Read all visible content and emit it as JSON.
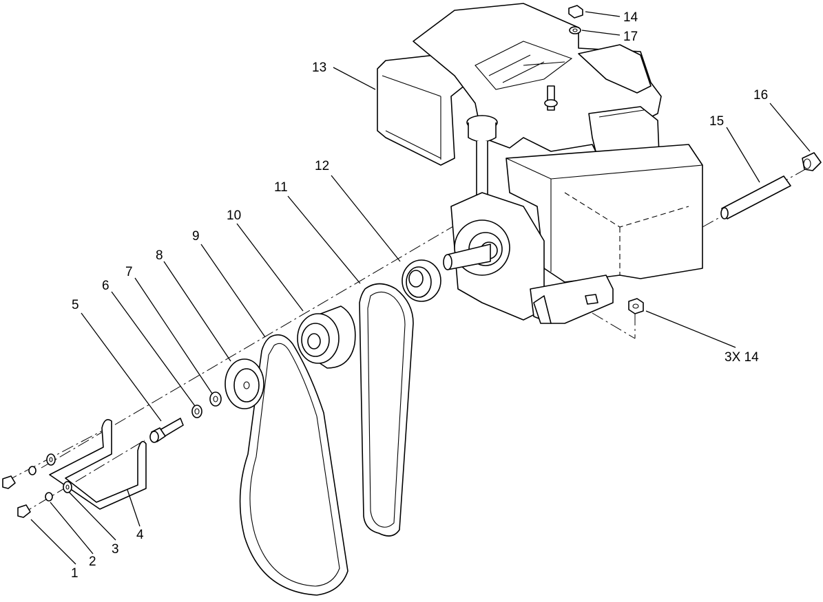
{
  "callouts": [
    {
      "id": "c1",
      "label": "1"
    },
    {
      "id": "c2",
      "label": "2"
    },
    {
      "id": "c3",
      "label": "3"
    },
    {
      "id": "c4",
      "label": "4"
    },
    {
      "id": "c5",
      "label": "5"
    },
    {
      "id": "c6",
      "label": "6"
    },
    {
      "id": "c7",
      "label": "7"
    },
    {
      "id": "c8",
      "label": "8"
    },
    {
      "id": "c9",
      "label": "9"
    },
    {
      "id": "c10",
      "label": "10"
    },
    {
      "id": "c11",
      "label": "11"
    },
    {
      "id": "c12",
      "label": "12"
    },
    {
      "id": "c13",
      "label": "13"
    },
    {
      "id": "c14",
      "label": "14"
    },
    {
      "id": "c15",
      "label": "15"
    },
    {
      "id": "c16",
      "label": "16"
    },
    {
      "id": "c17",
      "label": "17"
    },
    {
      "id": "c3x14",
      "label": "3X 14"
    }
  ]
}
